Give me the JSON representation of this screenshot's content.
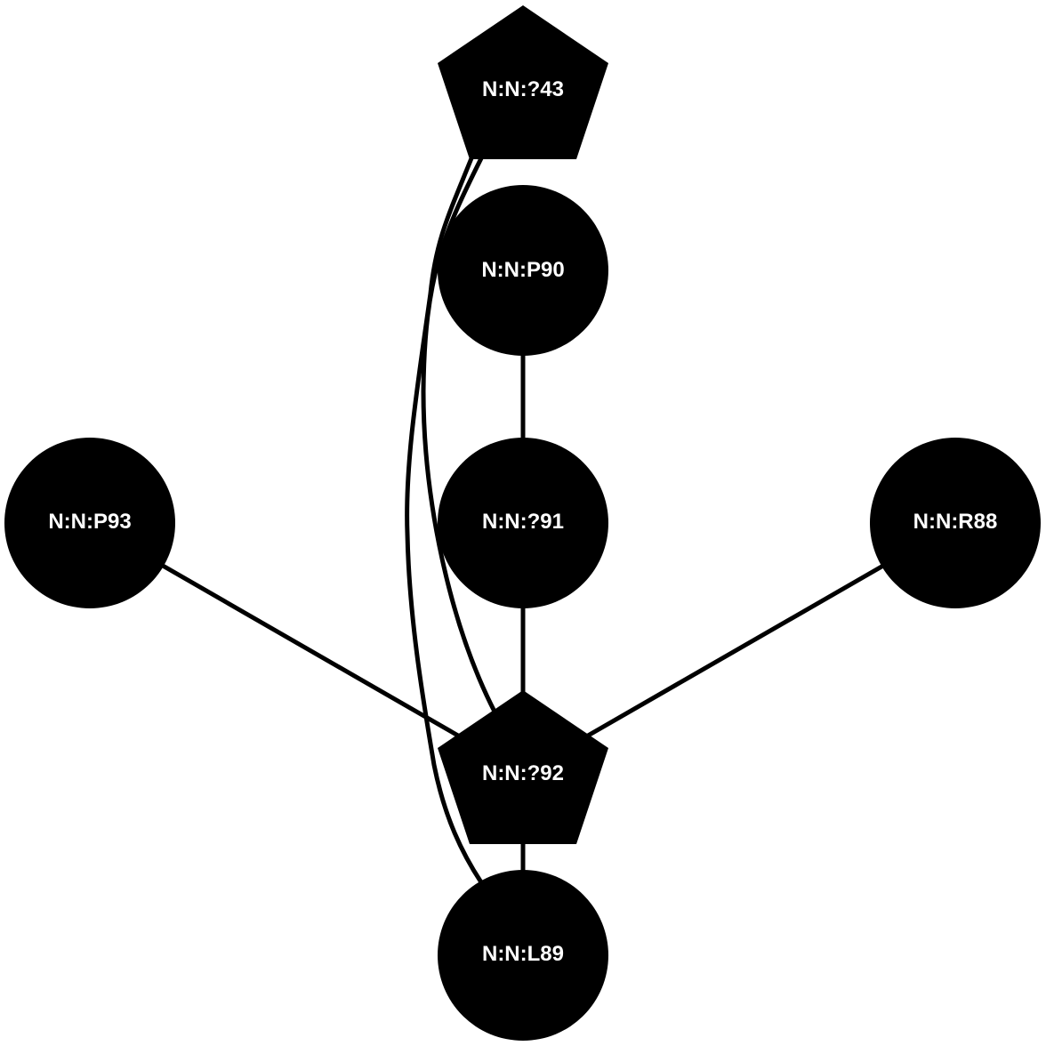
{
  "nodes": [
    {
      "id": "n43",
      "label": "N:N:?43",
      "shape": "pentagon"
    },
    {
      "id": "n90",
      "label": "N:N:P90",
      "shape": "circle"
    },
    {
      "id": "n91",
      "label": "N:N:?91",
      "shape": "circle"
    },
    {
      "id": "n93",
      "label": "N:N:P93",
      "shape": "circle"
    },
    {
      "id": "n88",
      "label": "N:N:R88",
      "shape": "circle"
    },
    {
      "id": "n92",
      "label": "N:N:?92",
      "shape": "pentagon"
    },
    {
      "id": "n89",
      "label": "N:N:L89",
      "shape": "circle"
    }
  ],
  "edges": [
    {
      "from": "n90",
      "to": "n91"
    },
    {
      "from": "n91",
      "to": "n92"
    },
    {
      "from": "n92",
      "to": "n89"
    },
    {
      "from": "n93",
      "to": "n92"
    },
    {
      "from": "n88",
      "to": "n92"
    },
    {
      "from": "n43",
      "to": "n92"
    },
    {
      "from": "n43",
      "to": "n89"
    }
  ],
  "colors": {
    "node_fill": "#000000",
    "label_text": "#ffffff",
    "edge_stroke": "#000000",
    "background": "#ffffff"
  }
}
